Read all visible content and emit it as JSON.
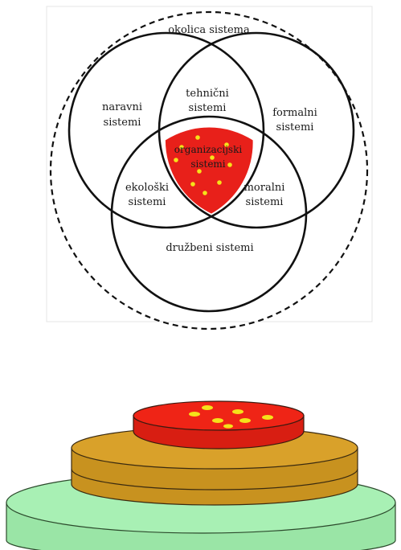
{
  "venn": {
    "environment_label": "okolica sistema",
    "natural": [
      "naravni",
      "sistemi"
    ],
    "technical": [
      "tehnični",
      "sistemi"
    ],
    "formal": [
      "formalni",
      "sistemi"
    ],
    "organizational": [
      "organizacijski",
      "sistemi"
    ],
    "ecological": [
      "ekološki",
      "sistemi"
    ],
    "moral": [
      "moralni",
      "sistemi"
    ],
    "social": "družbeni sistemi",
    "colors": {
      "highlight": "#e8201a",
      "dots": "#f5e21a",
      "stroke": "#111111",
      "frame": "#e4e4e4"
    }
  },
  "stack": {
    "colors": {
      "top_disc": "#ef2416",
      "top_disc_side": "#d81e12",
      "middle_disc": "#d9a12a",
      "middle_disc_side": "#c8921f",
      "base_disc": "#a8f0b4",
      "base_disc_side": "#9ae5a6",
      "dots": "#f5e21a"
    }
  }
}
